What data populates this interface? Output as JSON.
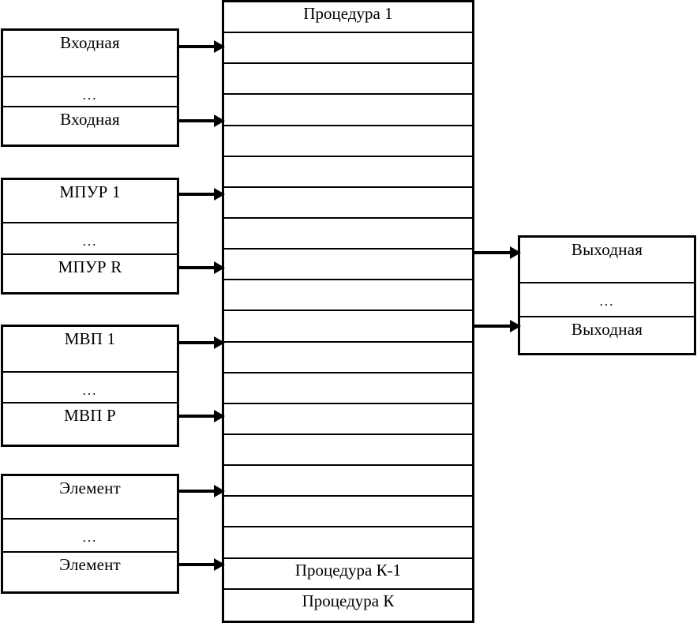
{
  "diagram": {
    "title": "Structure of procedures with input, MPUR, MVP, element and output blocks",
    "stroke_color": "#000000",
    "background_color": "#ffffff"
  },
  "input_groups": [
    {
      "name": "input-signals",
      "rows": [
        {
          "label": "Входная",
          "type": "item"
        },
        {
          "label": "...",
          "type": "ellipsis"
        },
        {
          "label": "Входная",
          "type": "item"
        }
      ]
    },
    {
      "name": "mpur-signals",
      "rows": [
        {
          "label": "МПУР 1",
          "type": "item"
        },
        {
          "label": "...",
          "type": "ellipsis"
        },
        {
          "label": "МПУР R",
          "type": "item"
        }
      ]
    },
    {
      "name": "mvp-signals",
      "rows": [
        {
          "label": "МВП 1",
          "type": "item"
        },
        {
          "label": "...",
          "type": "ellipsis"
        },
        {
          "label": "МВП P",
          "type": "item"
        }
      ]
    },
    {
      "name": "element-signals",
      "rows": [
        {
          "label": "Элемент",
          "type": "item"
        },
        {
          "label": "...",
          "type": "ellipsis"
        },
        {
          "label": "Элемент",
          "type": "item"
        }
      ]
    }
  ],
  "procedure_column": {
    "name": "procedure-column",
    "row_count": 20,
    "rows": [
      {
        "label": "Процедура 1"
      },
      {
        "label": ""
      },
      {
        "label": ""
      },
      {
        "label": ""
      },
      {
        "label": ""
      },
      {
        "label": ""
      },
      {
        "label": ""
      },
      {
        "label": ""
      },
      {
        "label": ""
      },
      {
        "label": ""
      },
      {
        "label": ""
      },
      {
        "label": ""
      },
      {
        "label": ""
      },
      {
        "label": ""
      },
      {
        "label": ""
      },
      {
        "label": ""
      },
      {
        "label": ""
      },
      {
        "label": ""
      },
      {
        "label": "Процедура К-1"
      },
      {
        "label": "Процедура К"
      }
    ]
  },
  "output_group": {
    "name": "output-signals",
    "rows": [
      {
        "label": "Выходная",
        "type": "item"
      },
      {
        "label": "...",
        "type": "ellipsis"
      },
      {
        "label": "Выходная",
        "type": "item"
      }
    ]
  },
  "connectors": [
    {
      "name": "arrow-input-1-to-procedure"
    },
    {
      "name": "arrow-input-n-to-procedure"
    },
    {
      "name": "arrow-mpur-1-to-procedure"
    },
    {
      "name": "arrow-mpur-r-to-procedure"
    },
    {
      "name": "arrow-mvp-1-to-procedure"
    },
    {
      "name": "arrow-mvp-p-to-procedure"
    },
    {
      "name": "arrow-element-1-to-procedure"
    },
    {
      "name": "arrow-element-n-to-procedure"
    },
    {
      "name": "arrow-procedure-to-output-1"
    },
    {
      "name": "arrow-procedure-to-output-n"
    }
  ]
}
